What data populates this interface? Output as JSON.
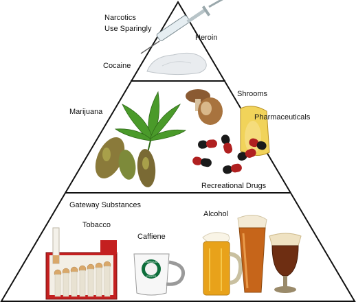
{
  "tiers": {
    "top": {
      "title_line1": "Narcotics",
      "title_line2": "Use Sparingly",
      "items": {
        "heroin": "Heroin",
        "cocaine": "Cocaine"
      }
    },
    "middle": {
      "items": {
        "marijuana": "Marijuana",
        "shrooms": "Shrooms",
        "pharmaceuticals": "Pharmaceuticals"
      },
      "title": "Recreational Drugs"
    },
    "bottom": {
      "title": "Gateway Substances",
      "items": {
        "tobacco": "Tobacco",
        "caffiene": "Caffiene",
        "alcohol": "Alcohol"
      },
      "mug_logo_top": "STARBUCKS",
      "mug_logo_bottom": "COFFEE"
    }
  },
  "colors": {
    "outline": "#111111",
    "leaf": "#4a9a2a",
    "capsule_red": "#b02020",
    "capsule_black": "#1a1a1a",
    "beer": "#e8a21a",
    "cigarette_pack": "#c42020"
  }
}
